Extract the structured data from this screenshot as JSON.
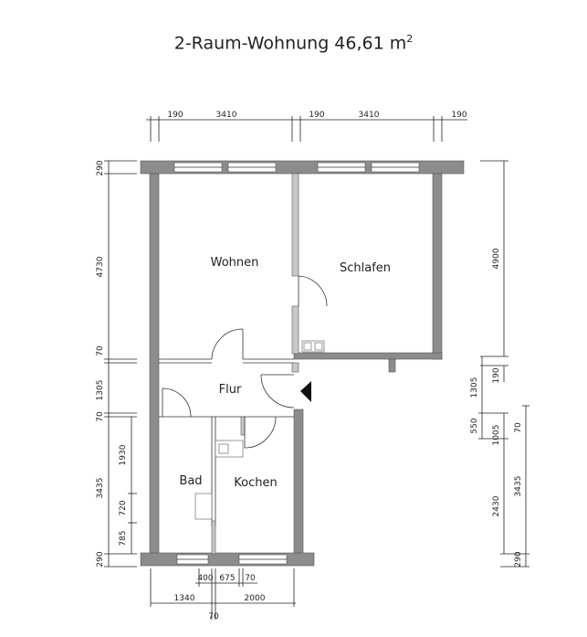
{
  "title": {
    "main": "2-Raum-Wohnung  46,61 m",
    "sup": "2"
  },
  "rooms": {
    "wohnen": "Wohnen",
    "schlafen": "Schlafen",
    "flur": "Flur",
    "bad": "Bad",
    "kochen": "Kochen"
  },
  "dims": {
    "top": [
      "190",
      "3410",
      "190",
      "3410",
      "190"
    ],
    "left": [
      "290",
      "4730",
      "70",
      "1305",
      "70",
      "1930",
      "3435",
      "720",
      "785",
      "290"
    ],
    "right": [
      "4900",
      "1305",
      "190",
      "550",
      "1005",
      "70",
      "3435",
      "2430",
      "290"
    ],
    "bottom": [
      "400",
      "675",
      "70",
      "1340",
      "2000",
      "70"
    ]
  }
}
